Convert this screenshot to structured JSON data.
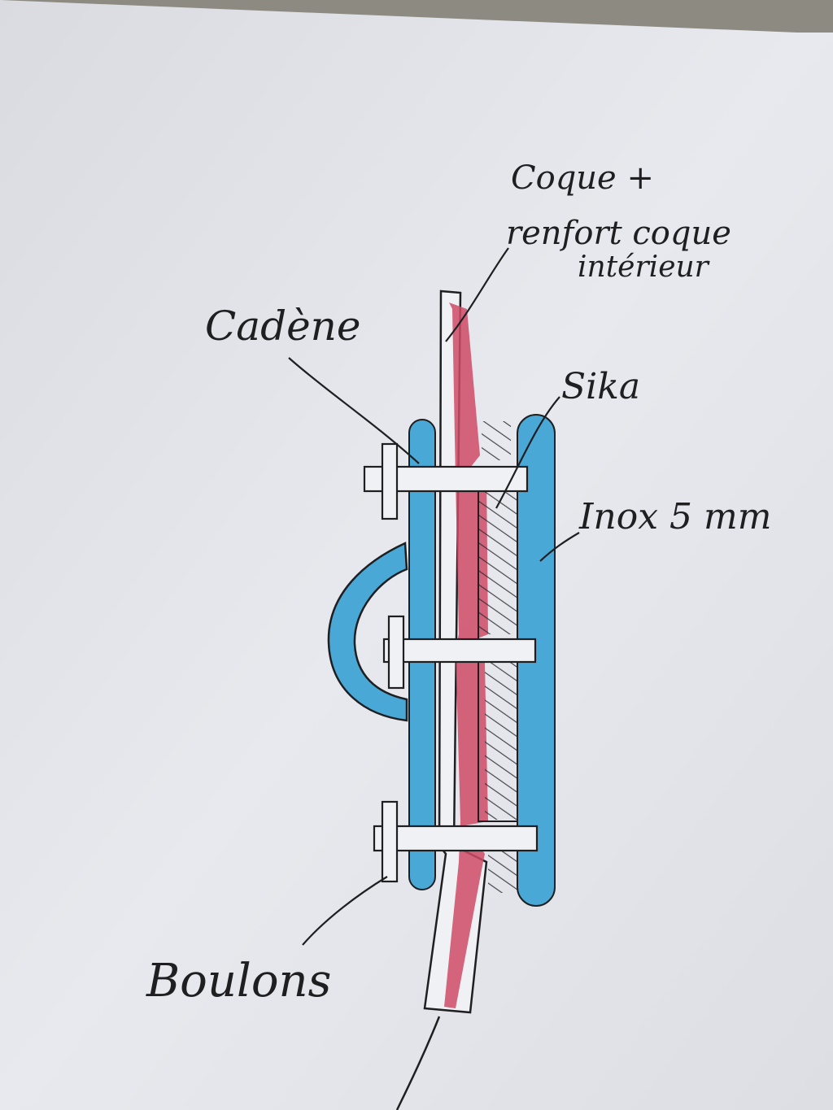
{
  "labels": {
    "coque_line1": "Coque +",
    "coque_line2": "renfort coque",
    "coque_line3": "intérieur",
    "cadene": "Cadène",
    "sika": "Sika",
    "inox": "Inox 5 mm",
    "boulons": "Boulons"
  },
  "colors": {
    "paper": "#e4e6ec",
    "ink": "#1f1f22",
    "hull_red": "#cf4a66",
    "steel_blue": "#4aa8d6",
    "countertop": "#8d8a82"
  }
}
